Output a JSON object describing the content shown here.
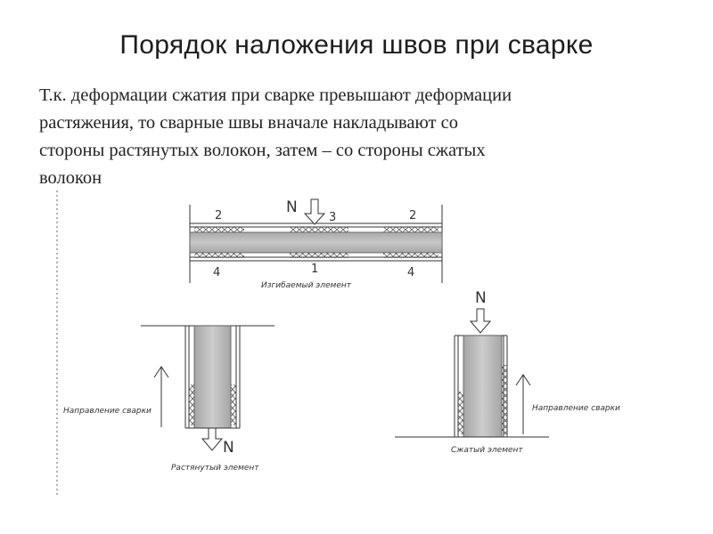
{
  "title": "Порядок наложения швов при сварке",
  "paragraph": {
    "line1": "Т.к. деформации сжатия при сварке превышают деформации",
    "line2": "растяжения, то сварные швы вначале накладывают со",
    "line3": "стороны растянутых волокон, затем – со стороны сжатых",
    "line4": "волокон"
  },
  "diagram": {
    "force_label": "N",
    "bending": {
      "caption": "Изгибаемый элемент",
      "top_left_num": "2",
      "top_mid_num": "3",
      "top_right_num": "2",
      "bottom_left_num": "4",
      "bottom_mid_num": "1",
      "bottom_right_num": "4"
    },
    "tension": {
      "caption": "Растянутый элемент",
      "direction_label": "Направление сварки"
    },
    "compression": {
      "caption": "Сжатый элемент",
      "direction_label": "Направление сварки"
    }
  }
}
